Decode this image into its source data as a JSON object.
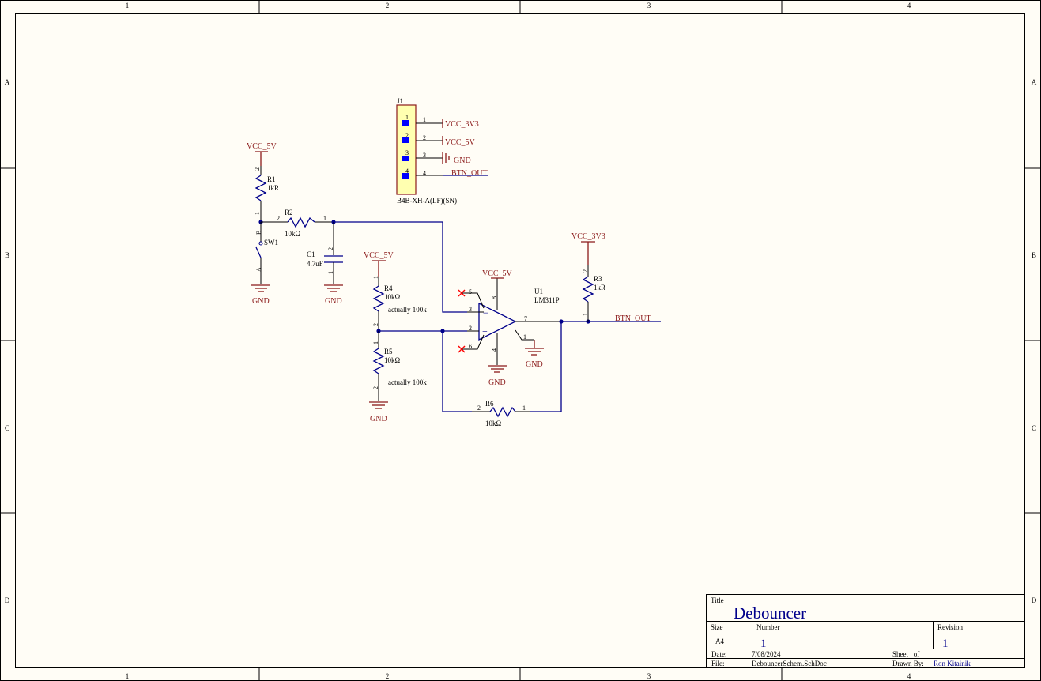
{
  "border": {
    "columns": [
      "1",
      "2",
      "3",
      "4"
    ],
    "rows": [
      "A",
      "B",
      "C",
      "D"
    ]
  },
  "connector": {
    "designator": "J1",
    "part": "B4B-XH-A(LF)(SN)",
    "pins": [
      {
        "num": "1",
        "net": "VCC_3V3"
      },
      {
        "num": "2",
        "net": "VCC_5V"
      },
      {
        "num": "3",
        "net": "GND"
      },
      {
        "num": "4",
        "net": "BTN_OUT"
      }
    ]
  },
  "components": {
    "r1": {
      "designator": "R1",
      "value": "1kR",
      "pin_top": "2",
      "pin_bottom": "1"
    },
    "r2": {
      "designator": "R2",
      "value": "10kΩ",
      "pin_left": "2",
      "pin_right": "1"
    },
    "sw1": {
      "designator": "SW1",
      "pin_b": "B",
      "pin_a": "A"
    },
    "c1": {
      "designator": "C1",
      "value": "4.7uF",
      "pin_top": "2",
      "pin_bottom": "1"
    },
    "r4": {
      "designator": "R4",
      "value": "10kΩ",
      "note": "actually 100k",
      "pin_top": "1",
      "pin_bottom": "2"
    },
    "r5": {
      "designator": "R5",
      "value": "10kΩ",
      "note": "actually 100k",
      "pin_top": "1",
      "pin_bottom": "2"
    },
    "r3": {
      "designator": "R3",
      "value": "1kR",
      "pin_top": "2",
      "pin_bottom": "1"
    },
    "r6": {
      "designator": "R6",
      "value": "10kΩ",
      "pin_left": "2",
      "pin_right": "1"
    },
    "u1": {
      "designator": "U1",
      "part": "LM311P",
      "pins": [
        "5",
        "3",
        "2",
        "6",
        "8",
        "4",
        "7",
        "1"
      ],
      "minus": "−",
      "plus": "+"
    }
  },
  "power_ports": {
    "vcc5v_r1": "VCC_5V",
    "gnd_sw1": "GND",
    "gnd_c1": "GND",
    "vcc5v_r4": "VCC_5V",
    "gnd_r5": "GND",
    "vcc5v_u1": "VCC_5V",
    "gnd_u1_4": "GND",
    "gnd_u1_1": "GND",
    "vcc3v3_r3": "VCC_3V3",
    "btn_out": "BTN_OUT"
  },
  "title_block": {
    "title_label": "Title",
    "title": "Debouncer",
    "size_label": "Size",
    "size": "A4",
    "number_label": "Number",
    "number": "1",
    "revision_label": "Revision",
    "revision": "1",
    "date_label": "Date:",
    "date": "7/08/2024",
    "sheet_label": "Sheet   of",
    "file_label": "File:",
    "file": "DebouncerSchem.SchDoc",
    "drawn_label": "Drawn By:",
    "drawn_by": "Ron Kitainik"
  },
  "colors": {
    "wire": "#00008b",
    "power": "#8b1a1a",
    "connector_fill": "#ffffb0",
    "pin_marker": "#0000ff",
    "no_connect": "#ff0000",
    "background": "#fffdf6"
  }
}
